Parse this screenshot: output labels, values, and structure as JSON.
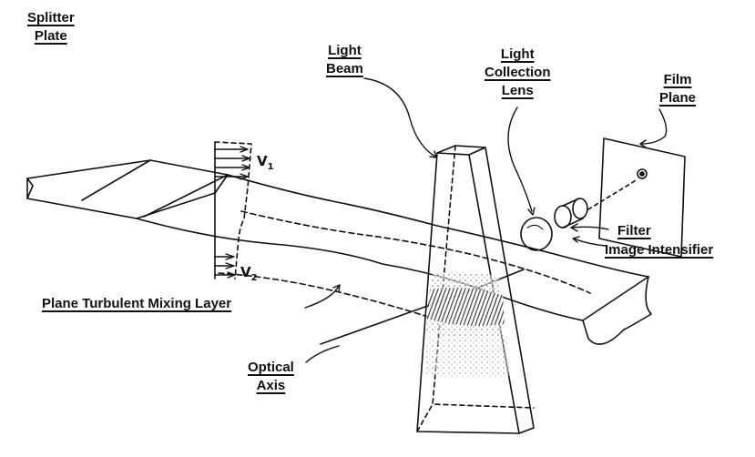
{
  "labels": {
    "splitter_plate": [
      "Splitter",
      "Plate"
    ],
    "light_beam": [
      "Light",
      "Beam"
    ],
    "light_collection_lens": [
      "Light",
      "Collection",
      "Lens"
    ],
    "film_plane": [
      "Film",
      "Plane"
    ],
    "filter": "Filter",
    "image_intensifier": "Image Intensifier",
    "plane_turbulent_mixing_layer": "Plane Turbulent Mixing Layer",
    "optical_axis": [
      "Optical",
      "Axis"
    ],
    "v1": {
      "base": "V",
      "sub": "1"
    },
    "v2": {
      "base": "V",
      "sub": "2"
    }
  },
  "colors": {
    "ink": "#111111",
    "background": "#ffffff",
    "shading": "#333333"
  }
}
